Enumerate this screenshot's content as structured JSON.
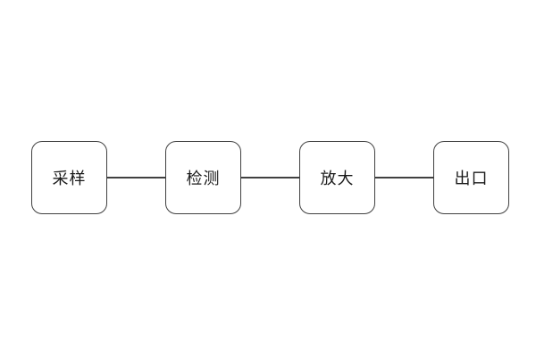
{
  "diagram": {
    "type": "flowchart",
    "direction": "left-to-right",
    "nodes": [
      {
        "id": "node-1",
        "label": "采样"
      },
      {
        "id": "node-2",
        "label": "检测"
      },
      {
        "id": "node-3",
        "label": "放大"
      },
      {
        "id": "node-4",
        "label": "出口"
      }
    ],
    "edges": [
      {
        "from": "采样",
        "to": "检测",
        "style": "plain-line"
      },
      {
        "from": "检测",
        "to": "放大",
        "style": "plain-line"
      },
      {
        "from": "放大",
        "to": "出口",
        "style": "plain-line"
      }
    ],
    "colors": {
      "background": "#ffffff",
      "node_fill": "#ffffff",
      "node_border": "#404040",
      "edge_line": "#404040",
      "label_text": "#1a1a1a"
    }
  }
}
